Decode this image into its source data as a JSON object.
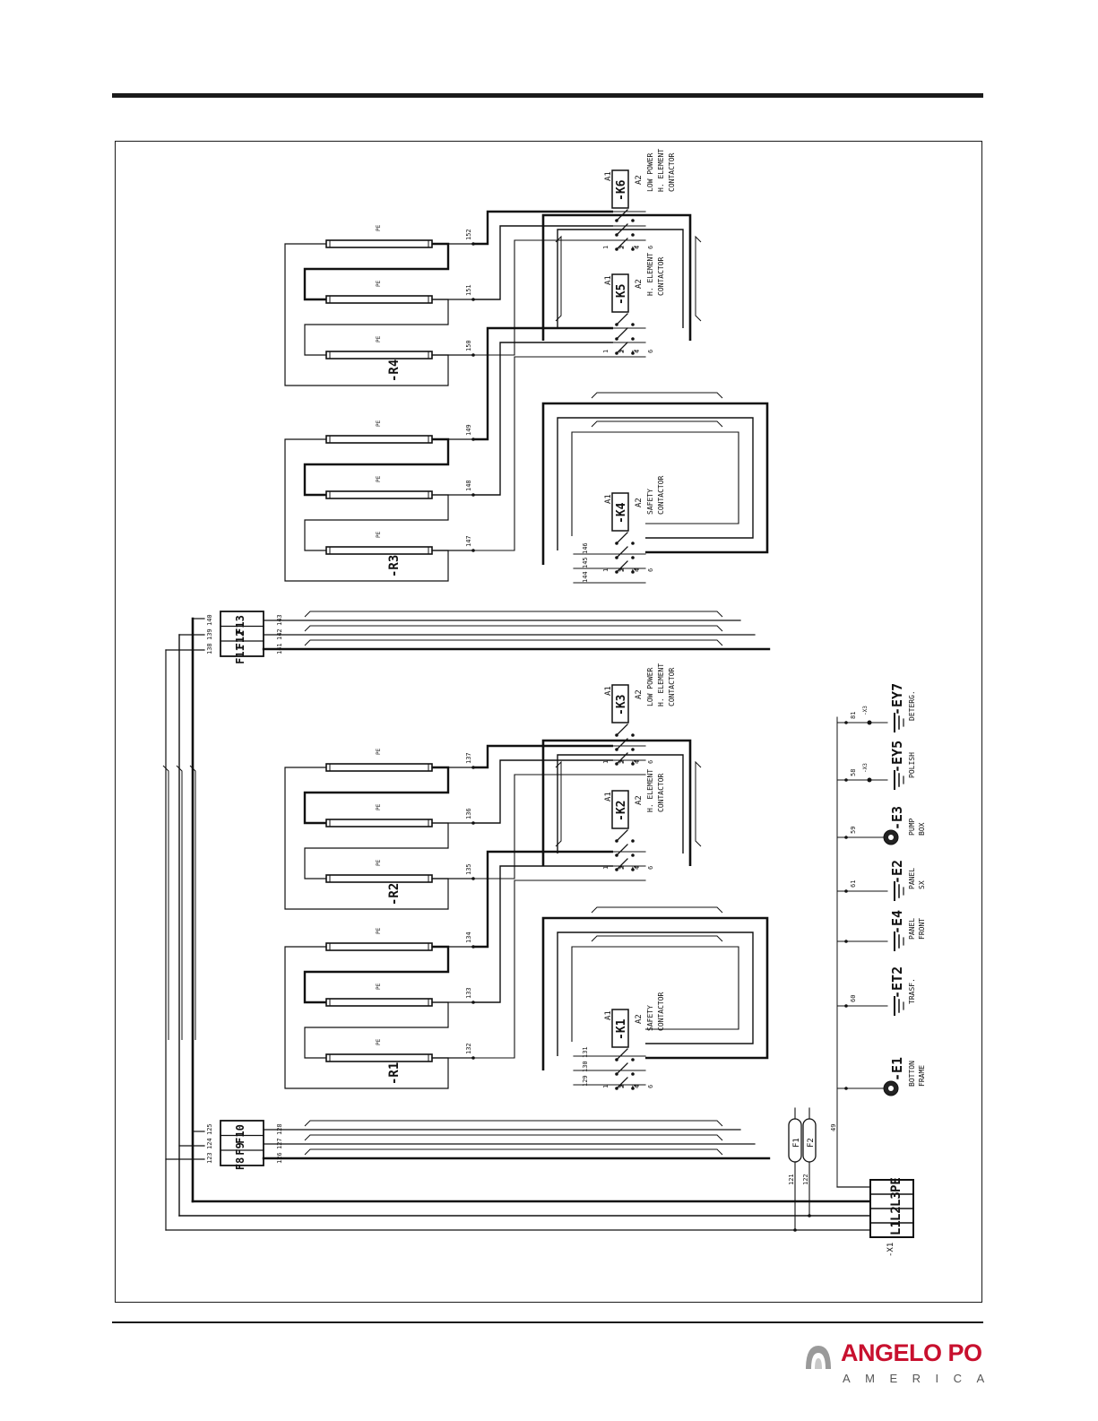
{
  "brand": {
    "name": "ANGELO PO",
    "sub": "AMERICA",
    "color": "#c8102e"
  },
  "connector": {
    "id": "-X1",
    "pins": [
      "L1",
      "L2",
      "L3",
      "PE"
    ]
  },
  "fuses": [
    {
      "id": "F1",
      "wire": "121"
    },
    {
      "id": "F2",
      "wire": "122"
    }
  ],
  "breaker_groups": [
    {
      "ids": [
        "F8",
        "F9",
        "F10"
      ],
      "in_wires": [
        "123",
        "124",
        "125"
      ],
      "out_wires": [
        "126",
        "127",
        "128"
      ]
    },
    {
      "ids": [
        "F11",
        "F12",
        "F13"
      ],
      "in_wires": [
        "138",
        "139",
        "140"
      ],
      "out_wires": [
        "141",
        "142",
        "143"
      ]
    }
  ],
  "contactors": [
    {
      "id": "-K1",
      "a1": "A1",
      "a2": "A2",
      "desc": [
        "SAFETY",
        "CONTACTOR"
      ],
      "wires": [
        "129",
        "130",
        "131"
      ]
    },
    {
      "id": "-K2",
      "a1": "A1",
      "a2": "A2",
      "desc": [
        "H. ELEMENT",
        "CONTACTOR"
      ]
    },
    {
      "id": "-K3",
      "a1": "A1",
      "a2": "A2",
      "desc": [
        "LOW POWER",
        "H. ELEMENT",
        "CONTACTOR"
      ]
    },
    {
      "id": "-K4",
      "a1": "A1",
      "a2": "A2",
      "desc": [
        "SAFETY",
        "CONTACTOR"
      ],
      "wires": [
        "144",
        "145",
        "146"
      ]
    },
    {
      "id": "-K5",
      "a1": "A1",
      "a2": "A2",
      "desc": [
        "H. ELEMENT",
        "CONTACTOR"
      ]
    },
    {
      "id": "-K6",
      "a1": "A1",
      "a2": "A2",
      "desc": [
        "LOW POWER",
        "H. ELEMENT",
        "CONTACTOR"
      ]
    }
  ],
  "pole_labels": {
    "in": [
      "1",
      "3",
      "5"
    ],
    "out": [
      "2",
      "4",
      "6"
    ]
  },
  "heaters": [
    {
      "id": "-R1",
      "wires": [
        "132",
        "133",
        "134"
      ]
    },
    {
      "id": "-R2",
      "wires": [
        "135",
        "136",
        "137"
      ]
    },
    {
      "id": "-R3",
      "wires": [
        "147",
        "148",
        "149"
      ]
    },
    {
      "id": "-R4",
      "wires": [
        "150",
        "151",
        "152"
      ]
    }
  ],
  "element_terminal": "PE",
  "earth_wire": "49",
  "earths": [
    {
      "id": "-E1",
      "desc": [
        "BOTTON",
        "FRAME"
      ],
      "wire": ""
    },
    {
      "id": "-ET2",
      "desc": [
        "TRASF."
      ],
      "wire": "60"
    },
    {
      "id": "-E4",
      "desc": [
        "PANEL",
        "FRONT"
      ],
      "wire": ""
    },
    {
      "id": "-E2",
      "desc": [
        "PANEL",
        "SX"
      ],
      "wire": "61"
    },
    {
      "id": "-E3",
      "desc": [
        "PUMP",
        "BOX"
      ],
      "wire": "59"
    },
    {
      "id": "-EY5",
      "desc": [
        "POLISH"
      ],
      "wire": "58",
      "connector": "-X3"
    },
    {
      "id": "-EY7",
      "desc": [
        "DETERG."
      ],
      "wire": "81",
      "connector": "-X3"
    }
  ]
}
